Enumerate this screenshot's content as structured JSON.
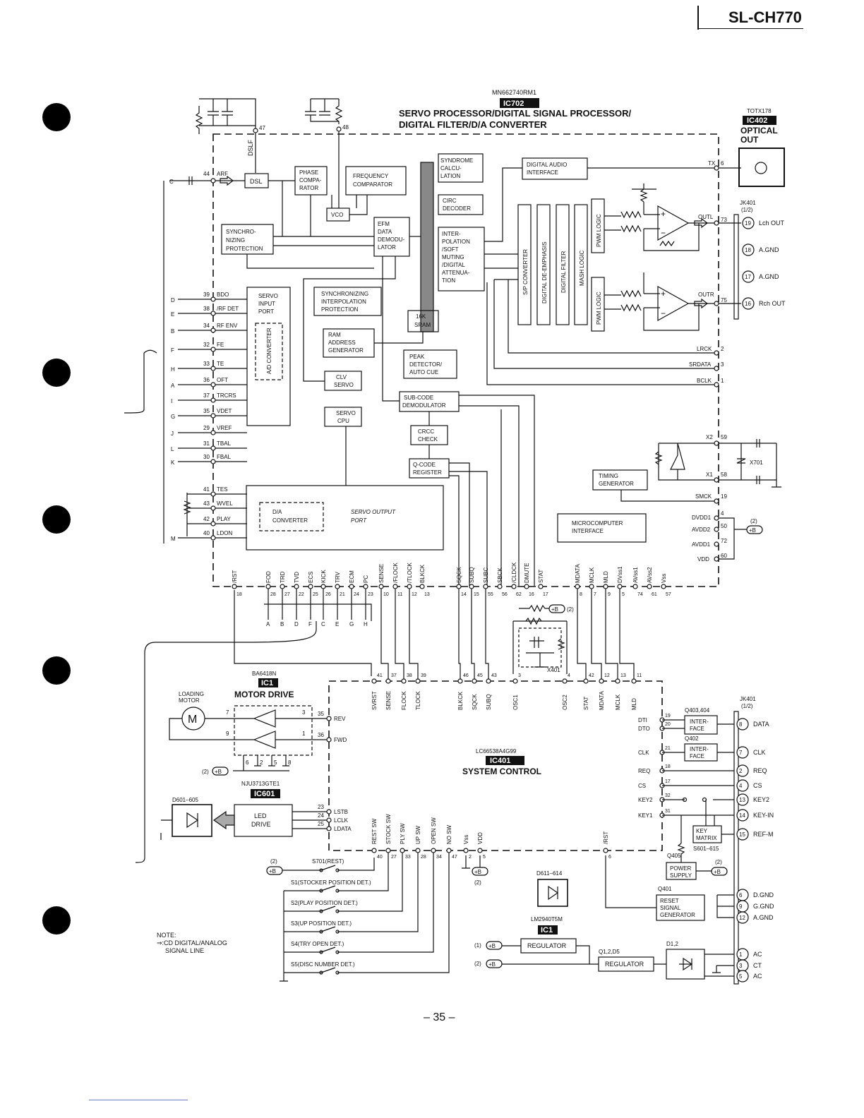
{
  "header": {
    "model": "SL-CH770"
  },
  "footer": {
    "page": "– 35 –"
  },
  "note": {
    "title": "NOTE:",
    "line1": ":CD DIGITAL/ANALOG",
    "line2": "SIGNAL LINE"
  },
  "ic702": {
    "part": "MN662740RM1",
    "ref": "IC702",
    "title1": "SERVO PROCESSOR/DIGITAL SIGNAL PROCESSOR/",
    "title2": "DIGITAL FILTER/D/A CONVERTER",
    "blocks": {
      "dsl": "DSL",
      "phase1": "PHASE",
      "phase2": "COMPA-",
      "phase3": "RATOR",
      "freq1": "FREQUENCY",
      "freq2": "COMPARATOR",
      "vco": "VCO",
      "sync1": "SYNCHRO-",
      "sync2": "NIZING",
      "sync3": "PROTECTION",
      "efm1": "EFM",
      "efm2": "DATA",
      "efm3": "DEMODU-",
      "efm4": "LATOR",
      "syn1": "SYNDROME",
      "syn2": "CALCU-",
      "syn3": "LATION",
      "circ1": "CIRC",
      "circ2": "DECODER",
      "interp1": "INTER-",
      "interp2": "POLATION",
      "interp3": "/SOFT",
      "interp4": "MUTING",
      "interp5": "/DIGITAL",
      "interp6": "ATTENUA-",
      "interp7": "TION",
      "dai1": "DIGITAL AUDIO",
      "dai2": "INTERFACE",
      "sp": "S/P CONVERTER",
      "deemph": "DIGITAL DE-EMPHASIS",
      "dfilter": "DIGITAL FILTER",
      "mash": "MASH LOGIC",
      "pwm": "PWM LOGIC",
      "sip1": "SERVO",
      "sip2": "INPUT",
      "sip3": "PORT",
      "adc": "A/D CONVERTER",
      "sip_a": "SYNCHRONIZING",
      "sip_b": "INTERPOLATION",
      "sip_c": "PROTECTION",
      "sram1": "16K",
      "sram2": "SRAM",
      "ram1": "RAM",
      "ram2": "ADDRESS",
      "ram3": "GENERATOR",
      "clv1": "CLV",
      "clv2": "SERVO",
      "peak1": "PEAK",
      "peak2": "DETECTOR/",
      "peak3": "AUTO CUE",
      "sub1": "SUB-CODE",
      "sub2": "DEMODULATOR",
      "crcc1": "CRCC",
      "crcc2": "CHECK",
      "q1": "Q-CODE",
      "q2": "REGISTER",
      "cpu1": "SERVO",
      "cpu2": "CPU",
      "timing1": "TIMING",
      "timing2": "GENERATOR",
      "mci1": "MICROCOMPUTER",
      "mci2": "INTERFACE",
      "dac1": "D/A",
      "dac2": "CONVERTER",
      "sop1": "SERVO OUTPUT",
      "sop2": "PORT"
    },
    "left_pins": [
      {
        "num": "44",
        "name": "ARF",
        "conn": "C"
      },
      {
        "num": "39",
        "name": "BDO",
        "conn": "D"
      },
      {
        "num": "38",
        "name": "/RF DET",
        "conn": "E"
      },
      {
        "num": "34",
        "name": "RF ENV",
        "conn": "B"
      },
      {
        "num": "32",
        "name": "FE",
        "conn": "F"
      },
      {
        "num": "33",
        "name": "TE",
        "conn": "H"
      },
      {
        "num": "36",
        "name": "OFT",
        "conn": "A"
      },
      {
        "num": "37",
        "name": "TRCRS",
        "conn": "I"
      },
      {
        "num": "35",
        "name": "VDET",
        "conn": "G"
      },
      {
        "num": "29",
        "name": "VREF",
        "conn": "J"
      },
      {
        "num": "31",
        "name": "TBAL",
        "conn": "L"
      },
      {
        "num": "30",
        "name": "FBAL",
        "conn": "K"
      },
      {
        "num": "41",
        "name": "TES",
        "conn": ""
      },
      {
        "num": "43",
        "name": "WVEL",
        "conn": ""
      },
      {
        "num": "42",
        "name": "PLAY",
        "conn": ""
      },
      {
        "num": "40",
        "name": "LDON",
        "conn": "M"
      }
    ],
    "top_pins": [
      {
        "num": "47",
        "name": "DSLF"
      },
      {
        "num": "48",
        "name": ""
      }
    ],
    "bottom_pins": [
      {
        "name": "/RST",
        "num": "18"
      },
      {
        "name": "FOD",
        "num": "28"
      },
      {
        "name": "TRD",
        "num": "27"
      },
      {
        "name": "TVD",
        "num": "22"
      },
      {
        "name": "ECS",
        "num": "25"
      },
      {
        "name": "KICK",
        "num": "26"
      },
      {
        "name": "TRV",
        "num": "21"
      },
      {
        "name": "ECM",
        "num": "24"
      },
      {
        "name": "PC",
        "num": "23"
      },
      {
        "name": "SENSE",
        "num": "10"
      },
      {
        "name": "/FLOCK",
        "num": "11"
      },
      {
        "name": "/TLOCK",
        "num": "12"
      },
      {
        "name": "BLKCK",
        "num": "13"
      },
      {
        "name": "SQCK",
        "num": "14"
      },
      {
        "name": "SUBQ",
        "num": "15"
      },
      {
        "name": "SUBC",
        "num": "55"
      },
      {
        "name": "SBCK",
        "num": "56"
      },
      {
        "name": "/CLDCK",
        "num": "62"
      },
      {
        "name": "DMUTE",
        "num": "16"
      },
      {
        "name": "STAT",
        "num": "17"
      },
      {
        "name": "MDATA",
        "num": "8"
      },
      {
        "name": "MCLK",
        "num": "7"
      },
      {
        "name": "MLD",
        "num": "9"
      },
      {
        "name": "DVss1",
        "num": "5"
      },
      {
        "name": "AVss1",
        "num": "74"
      },
      {
        "name": "AVss2",
        "num": "61"
      },
      {
        "name": "Vss",
        "num": "57"
      }
    ],
    "bottom_letters": [
      "A",
      "B",
      "D",
      "F",
      "C",
      "E",
      "G",
      "H"
    ],
    "right_pins": [
      {
        "name": "TX",
        "num": "6"
      },
      {
        "name": "OUTL",
        "num": "73"
      },
      {
        "name": "OUTR",
        "num": "75"
      },
      {
        "name": "LRCK",
        "num": "2"
      },
      {
        "name": "SRDATA",
        "num": "3"
      },
      {
        "name": "BCLK",
        "num": "1"
      },
      {
        "name": "X2",
        "num": "59"
      },
      {
        "name": "X1",
        "num": "58"
      },
      {
        "name": "SMCK",
        "num": "19"
      },
      {
        "name": "DVDD1",
        "num": "4"
      },
      {
        "name": "AVDD2",
        "num": "50"
      },
      {
        "name": "AVDD1",
        "num": "72"
      },
      {
        "name": "VDD",
        "num": "60"
      }
    ],
    "plus_b_2": "(2)",
    "plus_b": "+B",
    "x701": "X701"
  },
  "ic402": {
    "part": "TOTX178",
    "ref": "IC402",
    "label1": "OPTICAL",
    "label2": "OUT"
  },
  "jk401a": {
    "ref": "JK401",
    "sub": "(1/2)",
    "pins": [
      {
        "num": "19",
        "label": "Lch OUT"
      },
      {
        "num": "18",
        "label": "A.GND"
      },
      {
        "num": "17",
        "label": "A.GND"
      },
      {
        "num": "16",
        "label": "Rch OUT"
      }
    ]
  },
  "ic1_motor": {
    "part": "BA6418N",
    "ref": "IC1",
    "title": "MOTOR DRIVE",
    "motor1": "LOADING",
    "motor2": "MOTOR",
    "m": "M",
    "pins": [
      "7",
      "9",
      "3",
      "1",
      "6",
      "2",
      "5",
      "8"
    ],
    "out_pins": [
      {
        "num": "35",
        "name": "REV"
      },
      {
        "num": "36",
        "name": "FWD"
      }
    ],
    "pb2": "(2)",
    "pb": "+B"
  },
  "ic601": {
    "part": "NJU3713GTE1",
    "ref": "IC601",
    "block1": "LED",
    "block2": "DRIVE",
    "led": "D601–605",
    "pins": [
      {
        "num": "23",
        "name": "LSTB"
      },
      {
        "num": "24",
        "name": "LCLK"
      },
      {
        "num": "25",
        "name": "LDATA"
      }
    ]
  },
  "ic401": {
    "part": "LC66538A4G99",
    "ref": "IC401",
    "title": "SYSTEM CONTROL",
    "top_pins": [
      {
        "num": "41",
        "name": "SVRST"
      },
      {
        "num": "37",
        "name": "SENSE"
      },
      {
        "num": "38",
        "name": "FLOCK"
      },
      {
        "num": "39",
        "name": "TLOCK"
      },
      {
        "num": "46",
        "name": "BLKCK"
      },
      {
        "num": "45",
        "name": "SQCK"
      },
      {
        "num": "43",
        "name": "SUBQ"
      },
      {
        "num": "3",
        "name": "OSC1"
      },
      {
        "num": "4",
        "name": "OSC2"
      },
      {
        "num": "42",
        "name": "STAT"
      },
      {
        "num": "12",
        "name": "MDATA"
      },
      {
        "num": "13",
        "name": "MCLK"
      },
      {
        "num": "11",
        "name": "MLD"
      }
    ],
    "x401": "X401",
    "bottom_pins": [
      {
        "num": "40",
        "name": "REST SW"
      },
      {
        "num": "27",
        "name": "STOCK SW"
      },
      {
        "num": "33",
        "name": "PLY SW"
      },
      {
        "num": "28",
        "name": "UP SW"
      },
      {
        "num": "34",
        "name": "OPEN SW"
      },
      {
        "num": "47",
        "name": "NO SW"
      },
      {
        "num": "2",
        "name": "Vss"
      },
      {
        "num": "5",
        "name": "VDD"
      },
      {
        "num": "6",
        "name": "/RST"
      }
    ],
    "right_pins": [
      {
        "num": "19",
        "name": "DTI"
      },
      {
        "num": "20",
        "name": "DTO"
      },
      {
        "num": "21",
        "name": "CLK"
      },
      {
        "num": "18",
        "name": "REQ"
      },
      {
        "num": "17",
        "name": "CS"
      },
      {
        "num": "32",
        "name": "KEY2"
      },
      {
        "num": "31",
        "name": "KEY1"
      }
    ]
  },
  "switches": {
    "pb2": "(2)",
    "pb": "+B",
    "s701": "S701(REST)",
    "items": [
      "S1(STOCKER POSITION DET.)",
      "S2(PLAY POSITION DET.)",
      "S3(UP POSITION DET.)",
      "S4(TRY OPEN DET.)",
      "S5(DISC NUMBER DET.)"
    ],
    "vdd_b": "+B",
    "vdd_2": "(2)"
  },
  "right_side": {
    "q403": "Q403,404",
    "q402": "Q402",
    "iface1": "INTER-",
    "iface2": "FACE",
    "key1": "KEY",
    "key2": "MATRIX",
    "s601": "S601–615",
    "q405": "Q405",
    "power1": "POWER",
    "power2": "SUPPLY",
    "pb2": "(2)",
    "pb": "+B",
    "q401": "Q401",
    "reset1": "RESET",
    "reset2": "SIGNAL",
    "reset3": "GENERATOR",
    "d611": "D611–614",
    "lm": "LM2940T5M",
    "ic1": "IC1",
    "reg": "REGULATOR",
    "q12": "Q1,2,D5",
    "reg2": "REGULATOR",
    "d12": "D1,2",
    "pb1": "(1)",
    "pbb": "+B"
  },
  "jk401b": {
    "ref": "JK401",
    "sub": "(1/2)",
    "pins": [
      {
        "num": "8",
        "label": "DATA"
      },
      {
        "num": "7",
        "label": "CLK"
      },
      {
        "num": "2",
        "label": "REQ"
      },
      {
        "num": "4",
        "label": "CS"
      },
      {
        "num": "13",
        "label": "KEY2"
      },
      {
        "num": "14",
        "label": "KEY-IN"
      },
      {
        "num": "15",
        "label": "REF-M"
      },
      {
        "num": "6",
        "label": "D.GND"
      },
      {
        "num": "9",
        "label": "G.GND"
      },
      {
        "num": "12",
        "label": "A.GND"
      },
      {
        "num": "1",
        "label": "AC"
      },
      {
        "num": "3",
        "label": "CT"
      },
      {
        "num": "5",
        "label": "AC"
      }
    ]
  }
}
